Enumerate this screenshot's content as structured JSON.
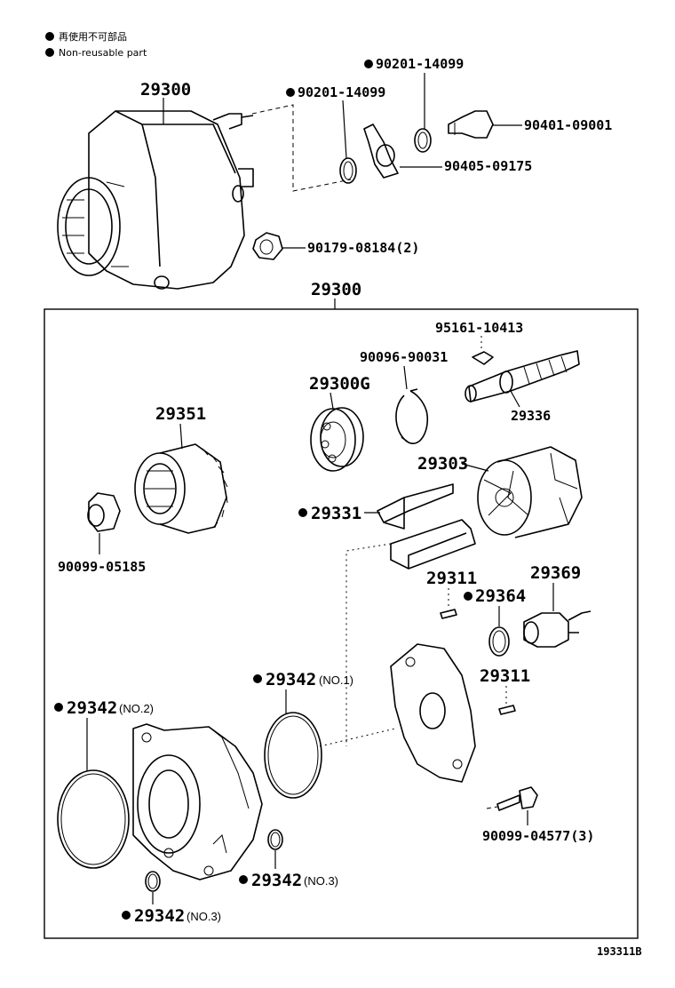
{
  "legend": {
    "line1": "再使用不可部品",
    "line2": "Non-reusable part"
  },
  "labels": {
    "pump_assy_top": "29300",
    "pump_assy_box": "29300",
    "gasket_a": "90201-14099",
    "gasket_b": "90201-14099",
    "union_bolt": "90401-09001",
    "union": "90405-09175",
    "nut_top": "90179-08184(2)",
    "key": "95161-10413",
    "snap_ring": "90096-90031",
    "bearing": "29300G",
    "shaft": "29336",
    "drive_gear": "29351",
    "rotor": "29303",
    "nut_gear": "90099-05185",
    "blade": "29331",
    "pin_upper": "29311",
    "o_ring_check": "29364",
    "check_valve": "29369",
    "o_ring_no1": "29342",
    "o_ring_no1_qual": "(NO.1)",
    "o_ring_no2": "29342",
    "o_ring_no2_qual": "(NO.2)",
    "pin_lower": "29311",
    "bolt": "90099-04577(3)",
    "o_ring_no3_right": "29342",
    "o_ring_no3_right_qual": "(NO.3)",
    "o_ring_no3_left": "29342",
    "o_ring_no3_left_qual": "(NO.3)",
    "drawing_code": "193311B"
  }
}
